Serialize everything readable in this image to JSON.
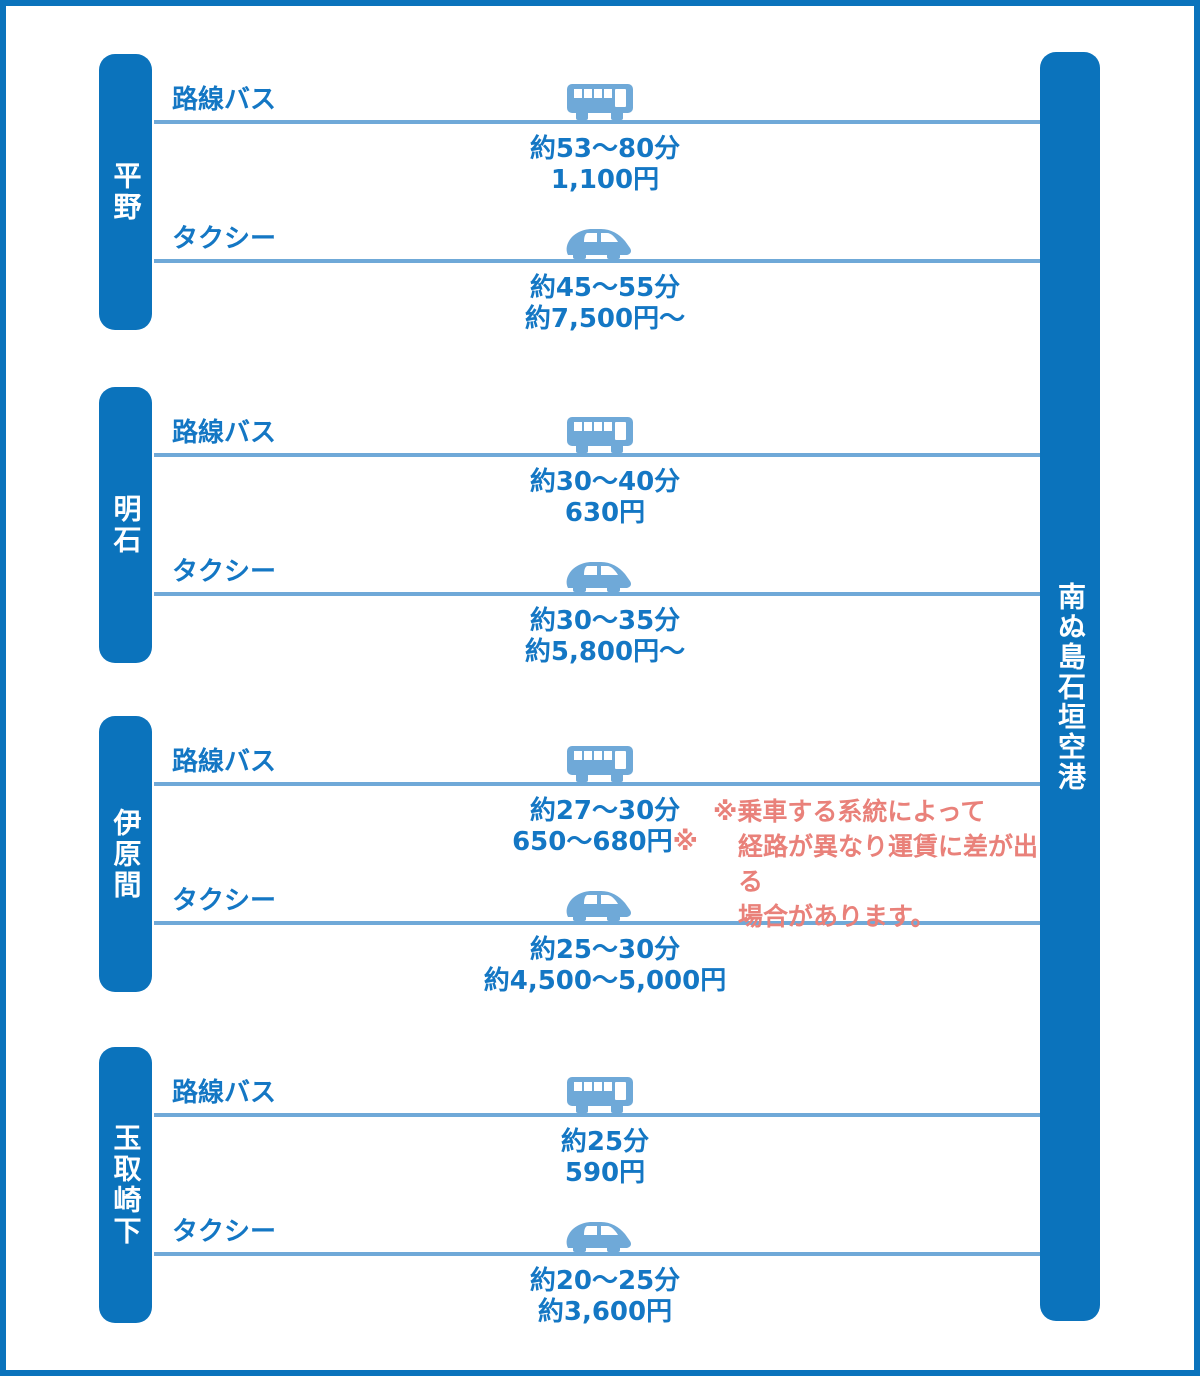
{
  "destination": "南ぬ島石垣空港",
  "colors": {
    "primary_blue": "#0b73bc",
    "light_blue": "#6fa9d8",
    "text_blue": "#1477c4",
    "note_red": "#e9817a"
  },
  "note": {
    "marker": "※",
    "lines": [
      "乗車する系統によって",
      "経路が異なり運賃に差が出る",
      "場合があります。"
    ]
  },
  "sections": [
    {
      "station": "平野",
      "rows": [
        {
          "mode": "路線バス",
          "icon": "bus-icon",
          "time": "約53〜80分",
          "fare": "1,100円",
          "fare_note": ""
        },
        {
          "mode": "タクシー",
          "icon": "taxi-icon",
          "time": "約45〜55分",
          "fare": "約7,500円〜",
          "fare_note": ""
        }
      ]
    },
    {
      "station": "明石",
      "rows": [
        {
          "mode": "路線バス",
          "icon": "bus-icon",
          "time": "約30〜40分",
          "fare": "630円",
          "fare_note": ""
        },
        {
          "mode": "タクシー",
          "icon": "taxi-icon",
          "time": "約30〜35分",
          "fare": "約5,800円〜",
          "fare_note": ""
        }
      ]
    },
    {
      "station": "伊原間",
      "rows": [
        {
          "mode": "路線バス",
          "icon": "bus-icon",
          "time": "約27〜30分",
          "fare": "650〜680円",
          "fare_note": "※"
        },
        {
          "mode": "タクシー",
          "icon": "taxi-icon",
          "time": "約25〜30分",
          "fare": "約4,500〜5,000円",
          "fare_note": ""
        }
      ]
    },
    {
      "station": "玉取崎下",
      "rows": [
        {
          "mode": "路線バス",
          "icon": "bus-icon",
          "time": "約25分",
          "fare": "590円",
          "fare_note": ""
        },
        {
          "mode": "タクシー",
          "icon": "taxi-icon",
          "time": "約20〜25分",
          "fare": "約3,600円",
          "fare_note": ""
        }
      ]
    }
  ]
}
